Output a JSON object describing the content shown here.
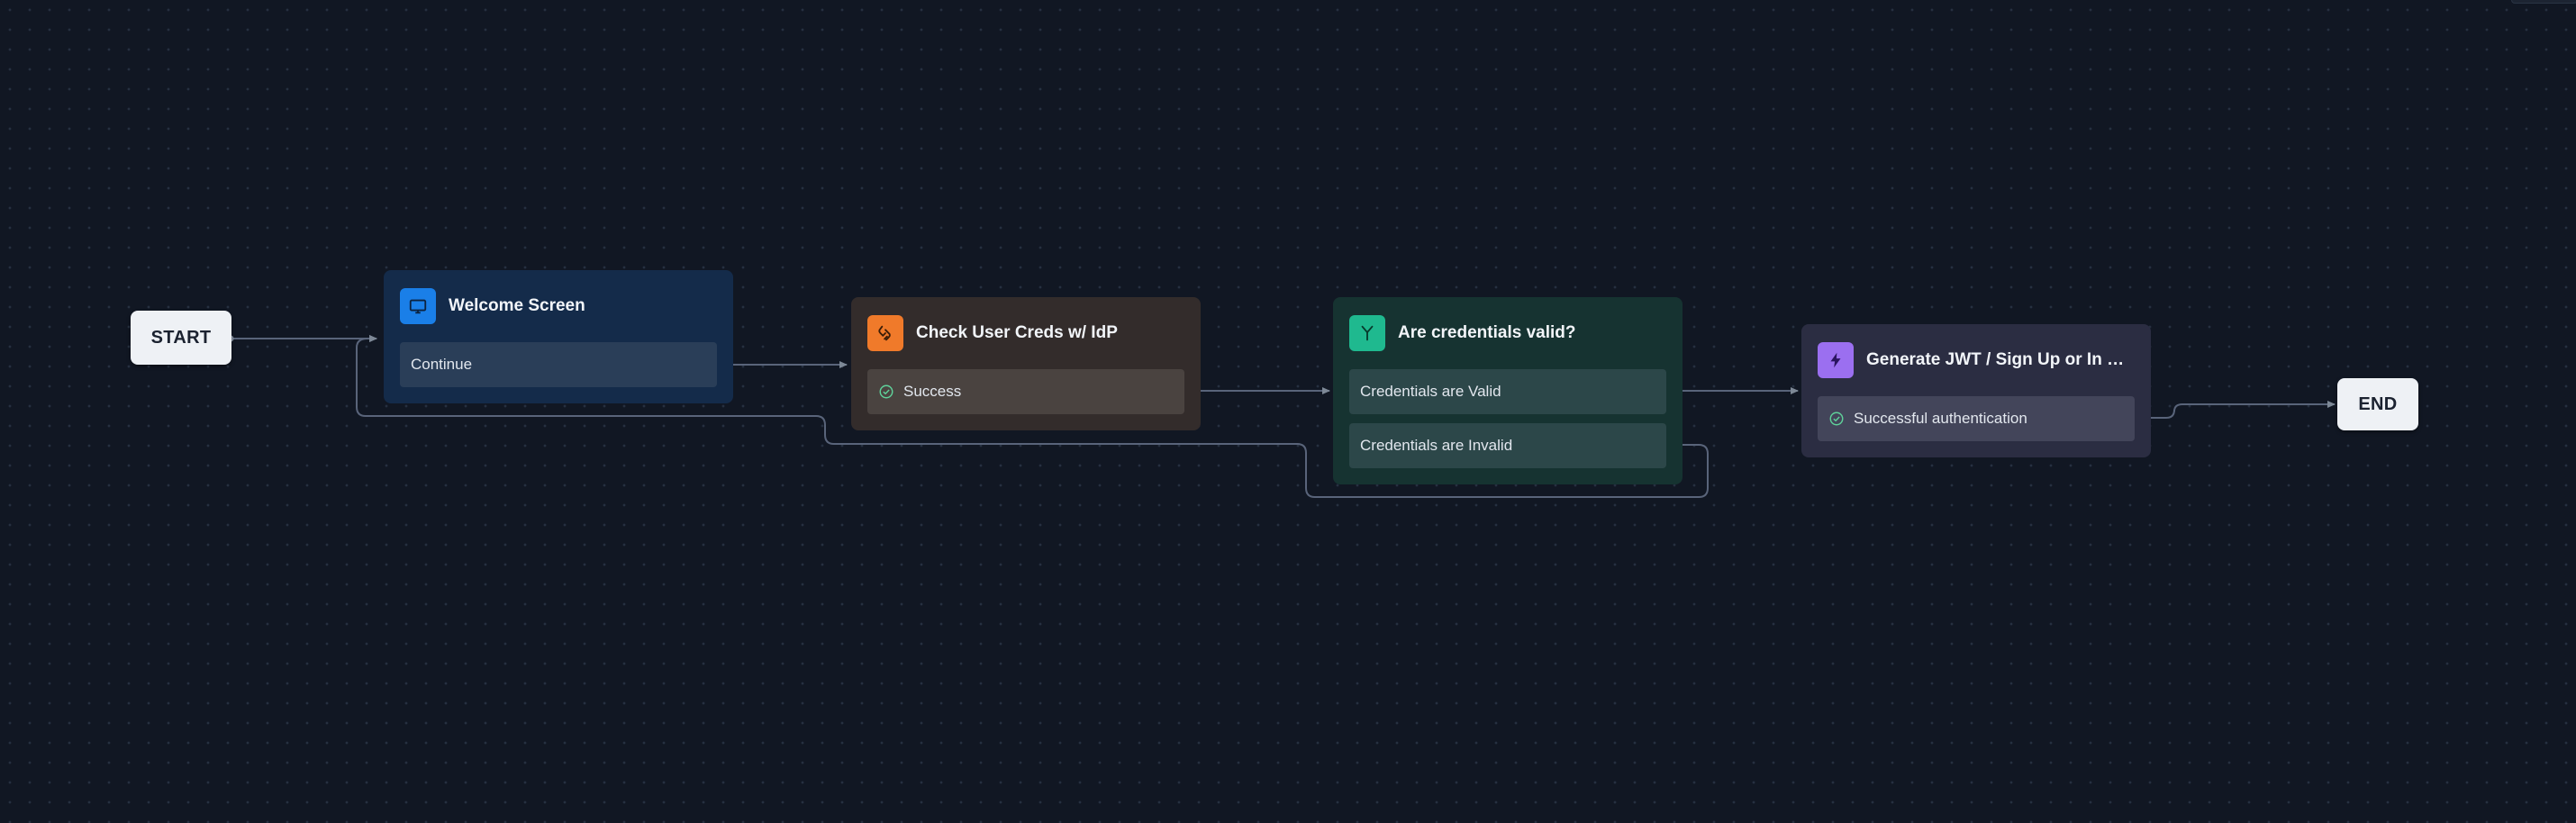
{
  "terminals": {
    "start": "START",
    "end": "END"
  },
  "nodes": {
    "welcome": {
      "title": "Welcome Screen",
      "icon": "monitor-icon",
      "color": "#1a7fe8",
      "ports": [
        "Continue"
      ]
    },
    "check_creds": {
      "title": "Check User Creds w/ IdP",
      "icon": "connector-icon",
      "color": "#f07a2a",
      "ports": [
        "Success"
      ]
    },
    "valid": {
      "title": "Are credentials valid?",
      "icon": "branch-icon",
      "color": "#1fb98f",
      "ports": [
        "Credentials are Valid",
        "Credentials are Invalid"
      ]
    },
    "jwt": {
      "title": "Generate JWT / Sign Up or In wit...",
      "icon": "lightning-icon",
      "color": "#9b6ff0",
      "ports": [
        "Successful authentication"
      ]
    }
  }
}
